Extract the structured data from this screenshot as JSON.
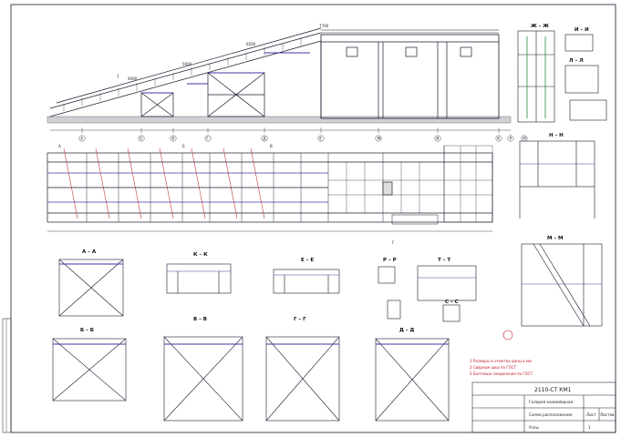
{
  "colors": {
    "line": "#1a1a2e",
    "accent": "#3a3aa0",
    "note": "#c0202a",
    "paper": "#ffffff"
  },
  "main_view": {
    "labels": [
      "7700",
      "6200",
      "5000",
      "4000",
      "1"
    ],
    "axis_ticks": [
      "А",
      "Б",
      "В",
      "Г",
      "Д",
      "Е",
      "Ж",
      "И",
      "К",
      "Л",
      "М"
    ]
  },
  "plan_view": {
    "section_marks": [
      "А",
      "Б",
      "В",
      "Г"
    ]
  },
  "sections": {
    "A_A": "А – А",
    "B_B": "Б – Б",
    "V_V": "В – В",
    "G_G": "Г – Г",
    "D_D": "Д – Д",
    "K_K": "К – К",
    "E_E": "Е – Е",
    "Zh_Zh": "Ж – Ж",
    "I_I": "И – И",
    "L_L": "Л – Л",
    "M_M": "М – М",
    "N_N": "Н – Н",
    "R_R": "Р – Р",
    "T_T": "Т – Т",
    "S_S": "С – С"
  },
  "notes": {
    "items": [
      "1  Размеры и отметки даны в мм",
      "2  Сварные швы по ГОСТ",
      "3  Болтовые соединения по ГОСТ"
    ]
  },
  "title_block": {
    "code": "2110-СТ КМ1",
    "rows": [
      "Галерея конвейерная",
      "Схема расположения",
      "Узлы",
      "Лист",
      "Листов"
    ],
    "sheet": "1"
  }
}
